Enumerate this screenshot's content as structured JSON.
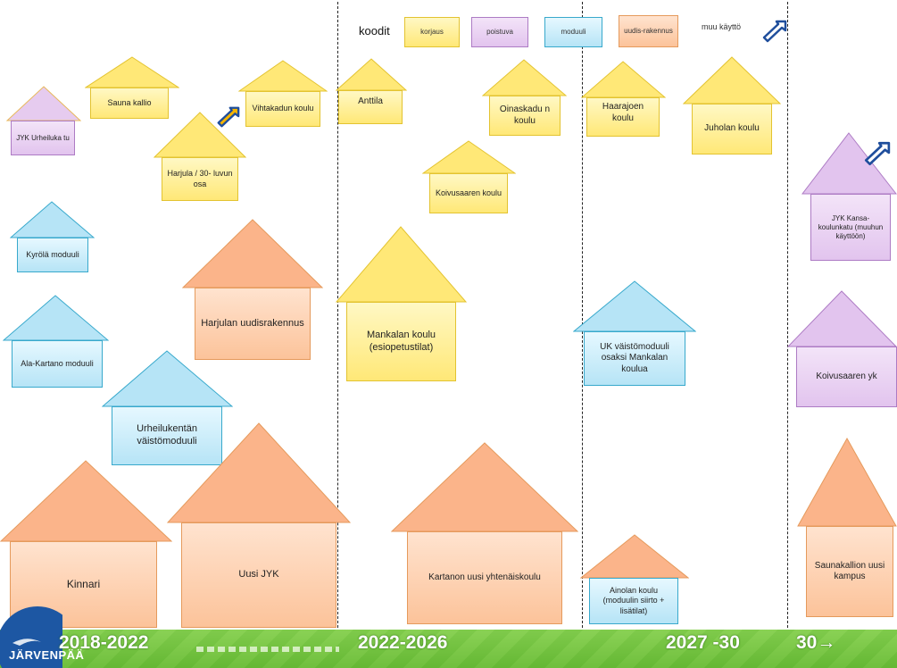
{
  "legend": {
    "title": "koodit",
    "items": [
      {
        "label": "korjaus",
        "color": "#ffe877"
      },
      {
        "label": "poistuva",
        "color": "#e2c4ee"
      },
      {
        "label": "moduuli",
        "color": "#b6e4f6"
      },
      {
        "label": "uudis-rakennus",
        "color": "#fcc39a"
      }
    ],
    "other_use": "muu käyttö"
  },
  "timeline": {
    "periods": [
      "2018-2022",
      "2022-2026",
      "2027 -30",
      "30→"
    ],
    "logo_text": "JÄRVENPÄÄ"
  },
  "buildings": [
    {
      "id": "jyk-urheilukatu",
      "label": "JYK Urheiluka tu",
      "type": "poistuva"
    },
    {
      "id": "sauna-kallio",
      "label": "Sauna kallio",
      "type": "korjaus"
    },
    {
      "id": "vihtakadun-koulu",
      "label": "Vihtakadun koulu",
      "type": "korjaus"
    },
    {
      "id": "harjula-30",
      "label": "Harjula / 30- luvun osa",
      "type": "korjaus"
    },
    {
      "id": "kyrola",
      "label": "Kyrölä moduuli",
      "type": "moduuli"
    },
    {
      "id": "harjulan-uudis",
      "label": "Harjulan uudisrakennus",
      "type": "uudisrakennus"
    },
    {
      "id": "ala-kartano",
      "label": "Ala-Kartano moduuli",
      "type": "moduuli"
    },
    {
      "id": "urheilukentan",
      "label": "Urheilukentän väistömoduuli",
      "type": "moduuli"
    },
    {
      "id": "kinnari",
      "label": "Kinnari",
      "type": "uudisrakennus"
    },
    {
      "id": "uusi-jyk",
      "label": "Uusi JYK",
      "type": "uudisrakennus"
    },
    {
      "id": "anttila",
      "label": "Anttila",
      "type": "korjaus"
    },
    {
      "id": "oinaskadun",
      "label": "Oinaskadu n koulu",
      "type": "korjaus"
    },
    {
      "id": "koivusaaren-koulu",
      "label": "Koivusaaren koulu",
      "type": "korjaus"
    },
    {
      "id": "mankalan",
      "label": "Mankalan koulu (esiopetustilat)",
      "type": "korjaus"
    },
    {
      "id": "kartanon",
      "label": "Kartanon uusi yhtenäiskoulu",
      "type": "uudisrakennus"
    },
    {
      "id": "haarajoen",
      "label": "Haarajoen koulu",
      "type": "korjaus"
    },
    {
      "id": "juholan",
      "label": "Juholan koulu",
      "type": "korjaus"
    },
    {
      "id": "uk-vaisto",
      "label": "UK väistömoduuli osaksi Mankalan koulua",
      "type": "moduuli"
    },
    {
      "id": "ainolan",
      "label": "Ainolan koulu (moduulin siirto + lisätilat)",
      "type": "moduuli"
    },
    {
      "id": "jyk-kansakoulunkatu",
      "label": "JYK Kansa-koulunkatu (muuhun käyttöön)",
      "type": "poistuva"
    },
    {
      "id": "koivusaaren-yk",
      "label": "Koivusaaren yk",
      "type": "poistuva"
    },
    {
      "id": "saunakallion-kampus",
      "label": "Saunakallion uusi kampus",
      "type": "uudisrakennus"
    }
  ]
}
